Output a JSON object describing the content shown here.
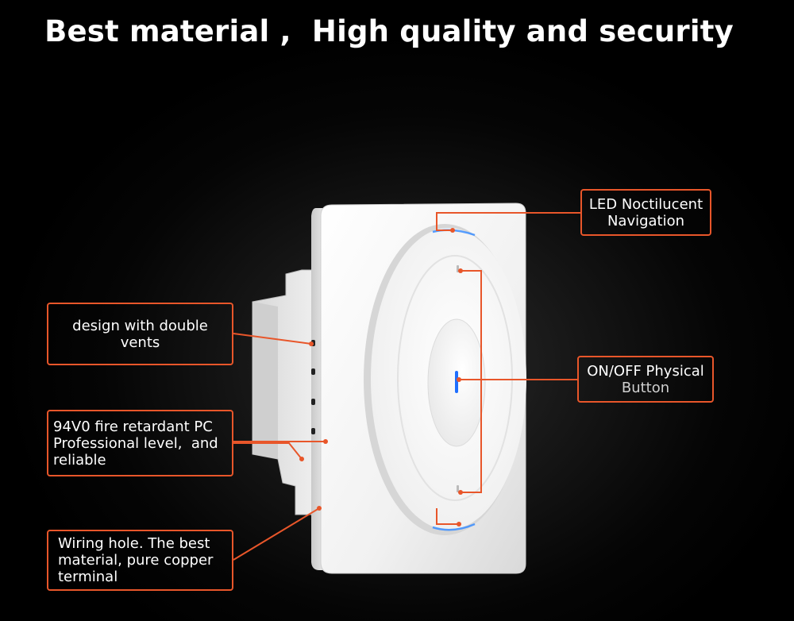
{
  "headline": "Best material ,  High quality and security",
  "callouts": {
    "led": {
      "lines": [
        "LED Noctilucent",
        "Navigation"
      ]
    },
    "onoff": {
      "lines": [
        "ON/OFF Physical",
        "Button"
      ]
    },
    "vents": {
      "lines": [
        "design with double",
        "vents"
      ]
    },
    "fire": {
      "lines": [
        "94V0 fire retardant PC",
        "Professional level,  and",
        "reliable"
      ]
    },
    "wiring": {
      "lines": [
        "Wiring hole. The best",
        "material, pure copper",
        "terminal"
      ]
    }
  },
  "colors": {
    "accent": "#e8562a",
    "background": "#000000",
    "led": "#3a8dff",
    "panel": "#f2f2f2"
  }
}
